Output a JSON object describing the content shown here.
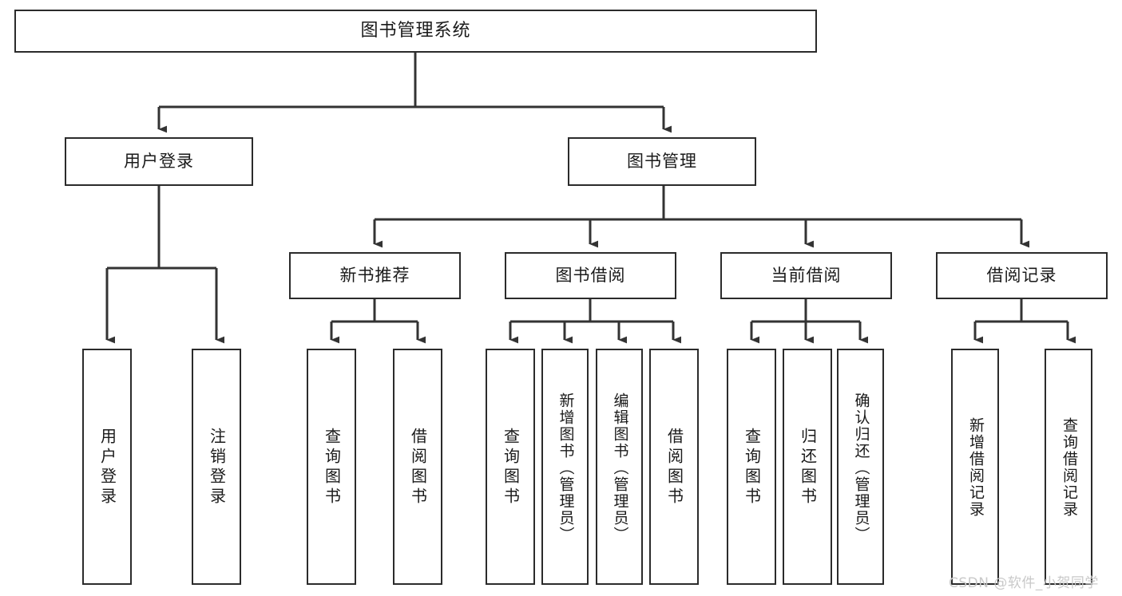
{
  "diagram": {
    "type": "tree-hierarchy-diagram",
    "title": "图书管理系统",
    "root": {
      "id": "root",
      "label": "图书管理系统"
    },
    "level2": [
      {
        "id": "user-login",
        "label": "用户登录"
      },
      {
        "id": "book-management",
        "label": "图书管理"
      }
    ],
    "level3": [
      {
        "id": "new-book-recommend",
        "label": "新书推荐"
      },
      {
        "id": "book-borrow",
        "label": "图书借阅"
      },
      {
        "id": "current-borrow",
        "label": "当前借阅"
      },
      {
        "id": "borrow-record",
        "label": "借阅记录"
      }
    ],
    "leaves": {
      "user_login": [
        {
          "id": "leaf-user-login",
          "label": "用户登录"
        },
        {
          "id": "leaf-logout-login",
          "label": "注销登录"
        }
      ],
      "new_book_recommend": [
        {
          "id": "leaf-query-book-1",
          "label": "查询图书"
        },
        {
          "id": "leaf-borrow-book-1",
          "label": "借阅图书"
        }
      ],
      "book_borrow": [
        {
          "id": "leaf-query-book-2",
          "label": "查询图书"
        },
        {
          "id": "leaf-add-book-admin",
          "label": "新增图书（管理员）"
        },
        {
          "id": "leaf-edit-book-admin",
          "label": "编辑图书（管理员）"
        },
        {
          "id": "leaf-borrow-book-2",
          "label": "借阅图书"
        }
      ],
      "current_borrow": [
        {
          "id": "leaf-query-book-3",
          "label": "查询图书"
        },
        {
          "id": "leaf-return-book",
          "label": "归还图书"
        },
        {
          "id": "leaf-confirm-return-admin",
          "label": "确认归还（管理员）"
        }
      ],
      "borrow_record": [
        {
          "id": "leaf-add-borrow-record",
          "label": "新增借阅记录"
        },
        {
          "id": "leaf-query-borrow-record",
          "label": "查询借阅记录"
        }
      ]
    }
  },
  "watermark": {
    "text": "CSDN @软件_小贺同学"
  },
  "colors": {
    "box_border": "#2b2b2b",
    "box_fill": "#ffffff",
    "connector": "#333333",
    "text": "#1a1a1a",
    "watermark": "#c9c9c9",
    "background": "#ffffff"
  }
}
